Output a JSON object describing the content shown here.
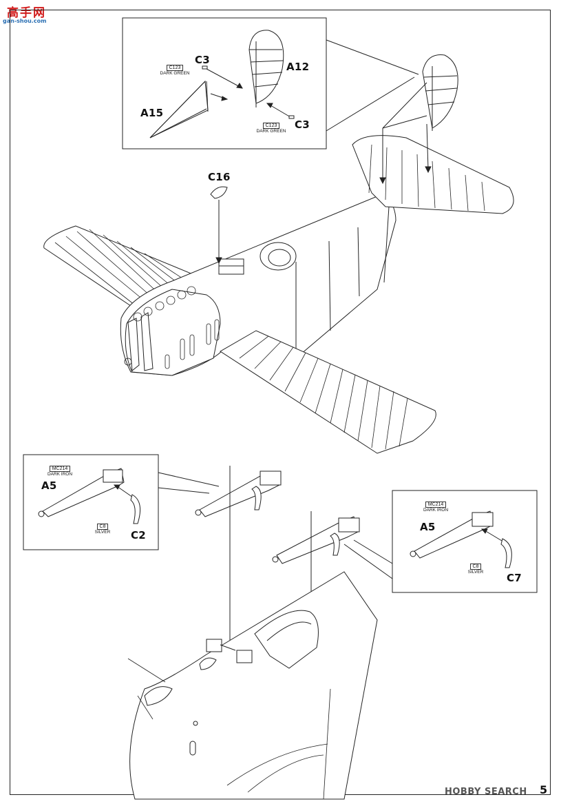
{
  "watermark_top": {
    "chinese": "高手网",
    "url": "gan-shou.com"
  },
  "watermark_bottom": {
    "text": "HOBBY SEARCH"
  },
  "page": {
    "number": "5"
  },
  "tail_inset": {
    "parts": {
      "fin": "A12",
      "strut": "A15",
      "pin_top": "C3",
      "pin_bottom": "C3"
    },
    "paint": [
      {
        "code": "C123",
        "name": "DARK GREEN"
      },
      {
        "code": "C123",
        "name": "DARK GREEN"
      }
    ]
  },
  "main_view": {
    "parts": {
      "cowl_part": "C16"
    }
  },
  "gun_inset_left": {
    "parts": {
      "gun": "A5",
      "handle": "C2"
    },
    "paint": [
      {
        "code": "MC214",
        "name": "DARK IRON"
      },
      {
        "code": "C8",
        "name": "SILVER"
      }
    ]
  },
  "gun_inset_right": {
    "parts": {
      "gun": "A5",
      "handle": "C7"
    },
    "paint": [
      {
        "code": "MC214",
        "name": "DARK IRON"
      },
      {
        "code": "C8",
        "name": "SILVER"
      }
    ]
  }
}
